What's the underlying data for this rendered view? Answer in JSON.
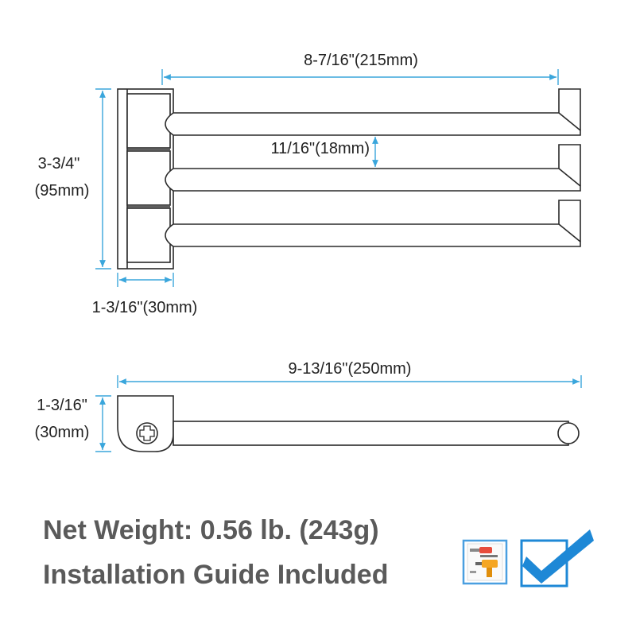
{
  "colors": {
    "dimension": "#3aa6dc",
    "outline": "#2a2a2a",
    "check": "#1e88d6",
    "tools_drill": "#f5a623",
    "tools_screwdriver": "#e74c3c"
  },
  "top_view": {
    "width_label": "8-7/16\"(215mm)",
    "spacing_label": "11/16\"(18mm)",
    "height_label_line1": "3-3/4\"",
    "height_label_line2": "(95mm)",
    "base_depth_label": "1-3/16\"(30mm)"
  },
  "side_view": {
    "length_label": "9-13/16\"(250mm)",
    "height_label_line1": "1-3/16\"",
    "height_label_line2": "(30mm)"
  },
  "footer": {
    "net_weight": "Net Weight: 0.56 lb. (243g)",
    "installation": "Installation Guide Included"
  },
  "icons": {
    "tools": "installation-tools-icon",
    "check": "checkmark-icon"
  }
}
